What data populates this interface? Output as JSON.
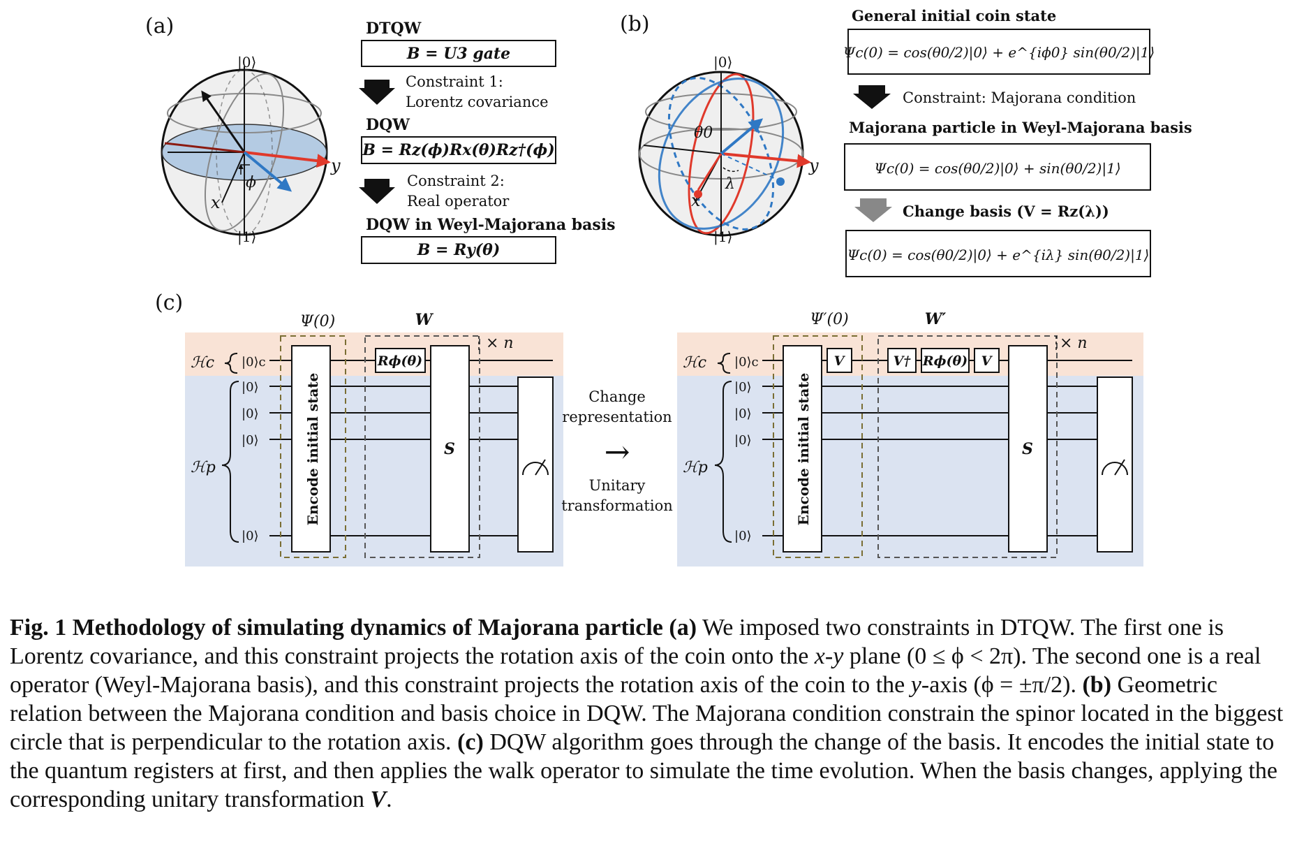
{
  "panel_a": {
    "label": "(a)",
    "sphere": {
      "ket0": "|0⟩",
      "ket1": "|1⟩",
      "x": "x",
      "y": "y",
      "phi": "ϕ"
    },
    "dtqw_title": "DTQW",
    "dtqw_box": "B = U3 gate",
    "constraint1_l1": "Constraint 1:",
    "constraint1_l2": "Lorentz covariance",
    "dqw_title": "DQW",
    "dqw_box": "B = Rz(ϕ)Rx(θ)Rz†(ϕ)",
    "constraint2_l1": "Constraint 2:",
    "constraint2_l2": "Real operator",
    "weyl_title": "DQW in Weyl-Majorana basis",
    "weyl_box": "B = Ry(θ)"
  },
  "panel_b": {
    "label": "(b)",
    "sphere": {
      "ket0": "|0⟩",
      "ket1": "|1⟩",
      "x": "x",
      "y": "y",
      "theta0": "θ0",
      "lambda": "λ"
    },
    "general_title": "General initial coin state",
    "general_eq": "Ψc(0) = cos(θ0/2)|0⟩ + e^{iϕ0} sin(θ0/2)|1⟩",
    "constraint": "Constraint: Majorana condition",
    "majorana_title": "Majorana particle in Weyl-Majorana basis",
    "majorana_eq": "Ψc(0) = cos(θ0/2)|0⟩ + sin(θ0/2)|1⟩",
    "change_basis": "Change basis (V = Rz(λ))",
    "final_eq": "Ψc(0) = cos(θ0/2)|0⟩ + e^{iλ} sin(θ0/2)|1⟩"
  },
  "panel_c": {
    "label": "(c)",
    "left_psi": "Ψ(0)",
    "left_w": "W",
    "right_psi": "Ψ′(0)",
    "right_w": "W′",
    "times_n": "× n",
    "hc": "ℋc",
    "hp": "ℋp",
    "ket0c": "|0⟩c",
    "ket0": "|0⟩",
    "encode": "Encode initial state",
    "s_gate": "S",
    "rphi": "Rϕ(θ)",
    "v_gate": "V",
    "vdag": "V†",
    "change_rep_l1": "Change",
    "change_rep_l2": "representation",
    "arrow": "→",
    "unitary_l1": "Unitary",
    "unitary_l2": "transformation"
  },
  "caption": {
    "fig": "Fig. 1",
    "title": "Methodology of simulating dynamics of Majorana particle",
    "a_label": "(a)",
    "a_text1": "We imposed two constraints in DTQW. The first one is Lorentz covariance, and this constraint projects the rotation axis of the coin onto the",
    "a_xy": "x-y",
    "a_text2": "plane (0 ≤ ϕ < 2π). The second one is a real operator (Weyl-Majorana basis), and this constraint projects the rotation axis of the coin to the",
    "a_yaxis": "y",
    "a_text3": "-axis (ϕ = ±π/2).",
    "b_label": "(b)",
    "b_text": "Geometric relation between the Majorana condition and basis choice in DQW. The Majorana condition constrain the spinor located in the biggest circle that is perpendicular to the rotation axis.",
    "c_label": "(c)",
    "c_text": "DQW algorithm goes through the change of the basis. It encodes the initial state to the quantum registers at first, and then applies the walk operator to simulate the time evolution. When the basis changes, applying the corresponding unitary transformation",
    "c_v": "V",
    "c_end": "."
  },
  "colors": {
    "coin_band": "#f9e3d6",
    "pos_band": "#dbe3f1",
    "red": "#e0392b",
    "blue": "#2f78c4",
    "dash_olive": "#7a6e34",
    "disk": "#a9c4e0"
  }
}
